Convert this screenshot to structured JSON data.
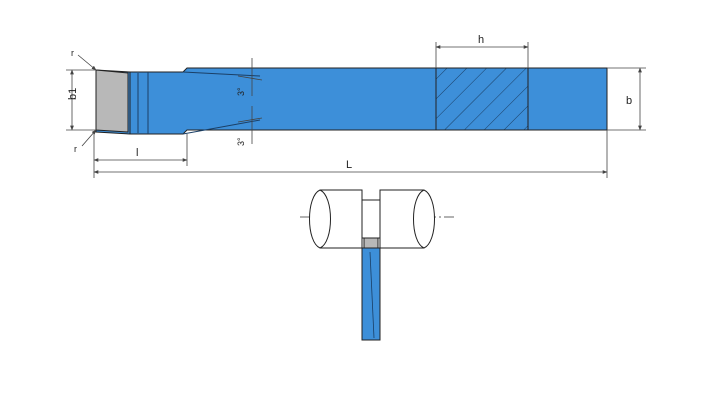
{
  "labels": {
    "h": "h",
    "b": "b",
    "b1": "b1",
    "r_top": "r",
    "r_bottom": "r",
    "l": "l",
    "L": "L",
    "angle_top": "3°",
    "angle_bottom": "3°"
  },
  "colors": {
    "tool_body": "#3d8fd9",
    "insert": "#b8b8b8",
    "outline": "#222222",
    "dimension": "#444444",
    "background": "#ffffff"
  }
}
